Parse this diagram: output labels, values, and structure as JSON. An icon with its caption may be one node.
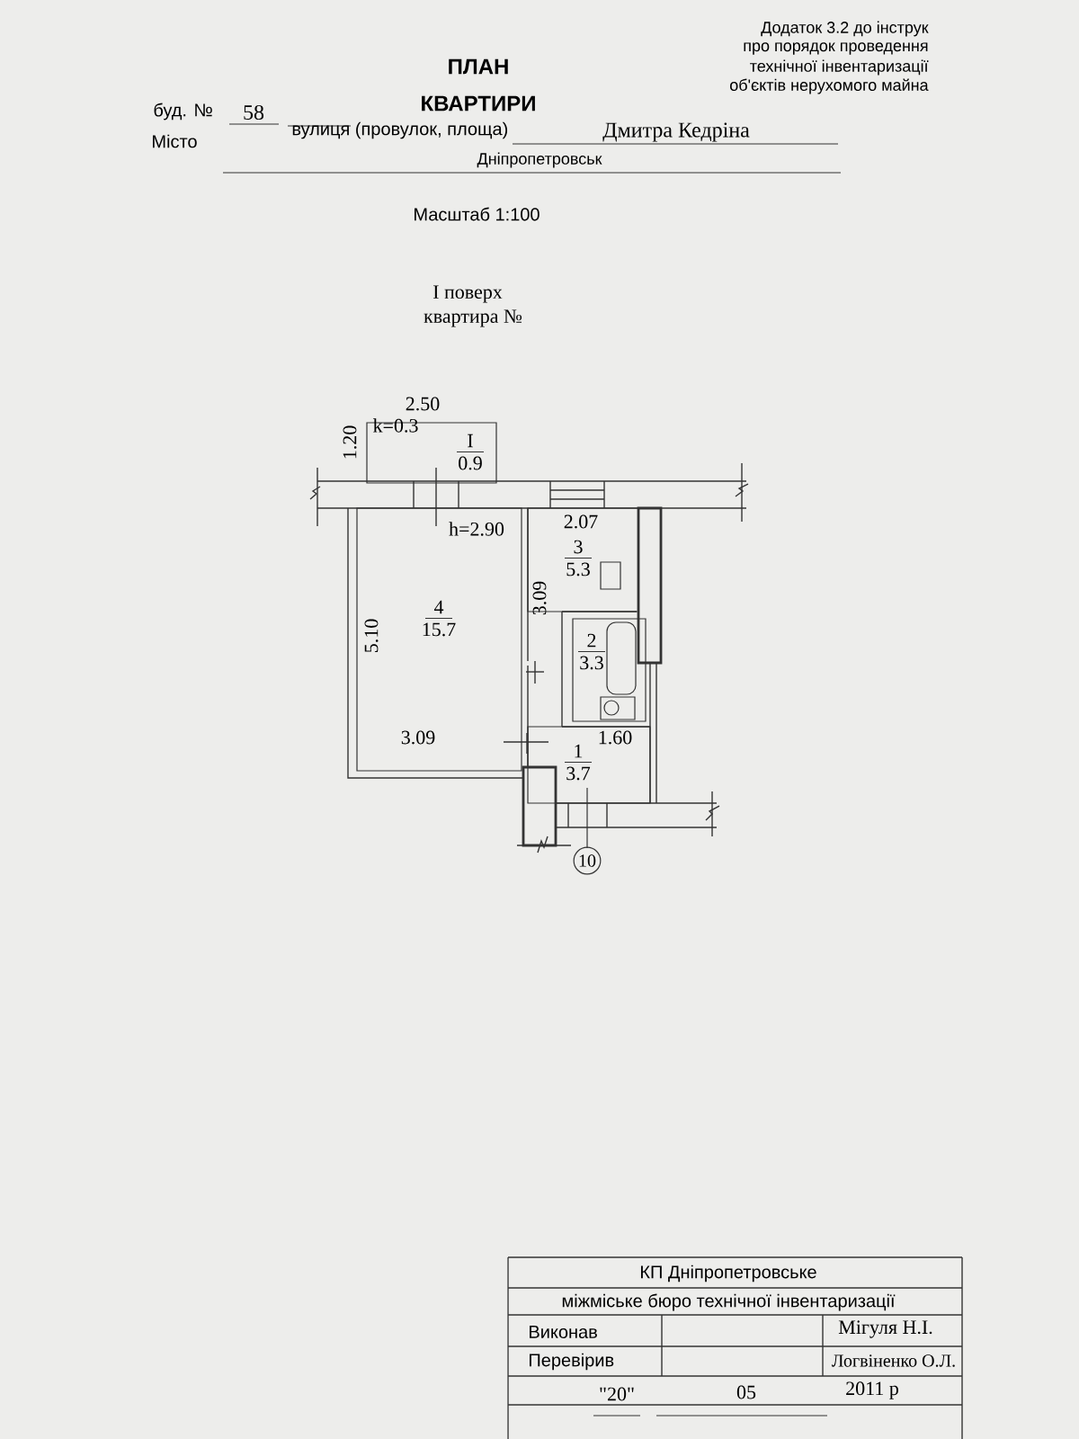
{
  "diagram": {
    "title": "ПЛАН",
    "nodes": [
      {
        "text": [
          "I",
          "0.9"
        ]
      },
      {
        "text": [
          "4",
          "15.7"
        ]
      },
      {
        "text": [
          "3",
          "5.3"
        ]
      },
      {
        "text": [
          "2",
          "3.3"
        ]
      },
      {
        "text": [
          "1",
          "3.7"
        ]
      },
      {
        "text": [
          "10"
        ]
      }
    ],
    "labels": [
      "Додаток 3.2 до інструк",
      "про порядок проведення",
      "технічної інвентаризації",
      "об'єктів нерухомого майна",
      "КВАРТИРИ",
      "буд. №",
      "58",
      "вулиця (провулок, площа)",
      "Дмитра Кедріна",
      "Місто",
      "Дніпропетровськ",
      "Масштаб 1:100",
      "I поверх",
      "квартира №",
      "2.50",
      "1.20",
      "k=0.3",
      "2.07",
      "h=2.90",
      "3.09",
      "5.10",
      "3.09",
      "1.60",
      "КП Дніпропетровське",
      "міжміське бюро технічної інвентаризації",
      "Виконав",
      "Мігуля Н.І.",
      "Перевірив",
      "Логвіненко О.Л.",
      "\"20\"",
      "05",
      "2011 р"
    ]
  }
}
